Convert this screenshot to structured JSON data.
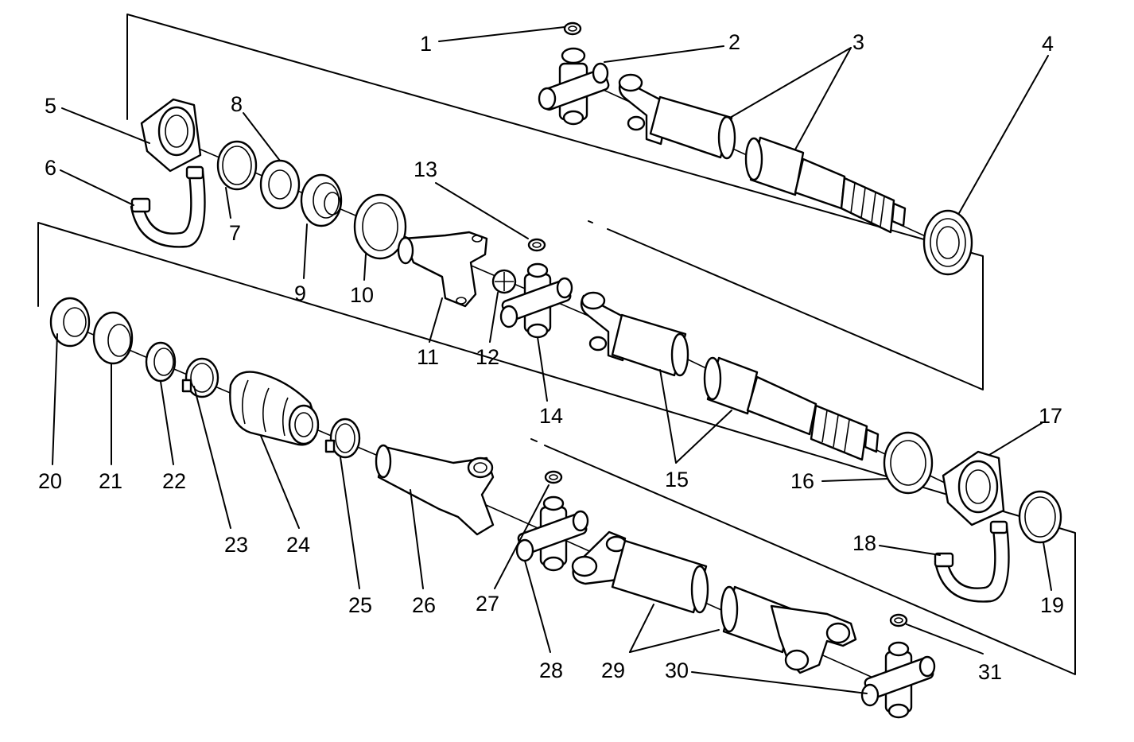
{
  "callouts": [
    {
      "id": "c1",
      "text": "1"
    },
    {
      "id": "c2",
      "text": "2"
    },
    {
      "id": "c3",
      "text": "3"
    },
    {
      "id": "c4",
      "text": "4"
    },
    {
      "id": "c5",
      "text": "5"
    },
    {
      "id": "c6",
      "text": "6"
    },
    {
      "id": "c7",
      "text": "7"
    },
    {
      "id": "c8",
      "text": "8"
    },
    {
      "id": "c9",
      "text": "9"
    },
    {
      "id": "c10",
      "text": "10"
    },
    {
      "id": "c11",
      "text": "11"
    },
    {
      "id": "c12",
      "text": "12"
    },
    {
      "id": "c13",
      "text": "13"
    },
    {
      "id": "c14",
      "text": "14"
    },
    {
      "id": "c15",
      "text": "15"
    },
    {
      "id": "c16",
      "text": "16"
    },
    {
      "id": "c17",
      "text": "17"
    },
    {
      "id": "c18",
      "text": "18"
    },
    {
      "id": "c19",
      "text": "19"
    },
    {
      "id": "c20",
      "text": "20"
    },
    {
      "id": "c21",
      "text": "21"
    },
    {
      "id": "c22",
      "text": "22"
    },
    {
      "id": "c23",
      "text": "23"
    },
    {
      "id": "c24",
      "text": "24"
    },
    {
      "id": "c25",
      "text": "25"
    },
    {
      "id": "c26",
      "text": "26"
    },
    {
      "id": "c27",
      "text": "27"
    },
    {
      "id": "c28",
      "text": "28"
    },
    {
      "id": "c29",
      "text": "29"
    },
    {
      "id": "c30",
      "text": "30"
    },
    {
      "id": "c31",
      "text": "31"
    }
  ],
  "icons": {
    "universal_joint": "universal-joint-icon",
    "yoke": "yoke-icon",
    "shaft_tube": "shaft-tube-icon",
    "center_bearing": "center-bearing-icon",
    "bracket": "bracket-icon",
    "seal": "seal-icon",
    "boot": "boot-icon",
    "retaining_ring": "retaining-ring-icon"
  },
  "colors": {
    "line": "#000000",
    "background": "#ffffff"
  }
}
